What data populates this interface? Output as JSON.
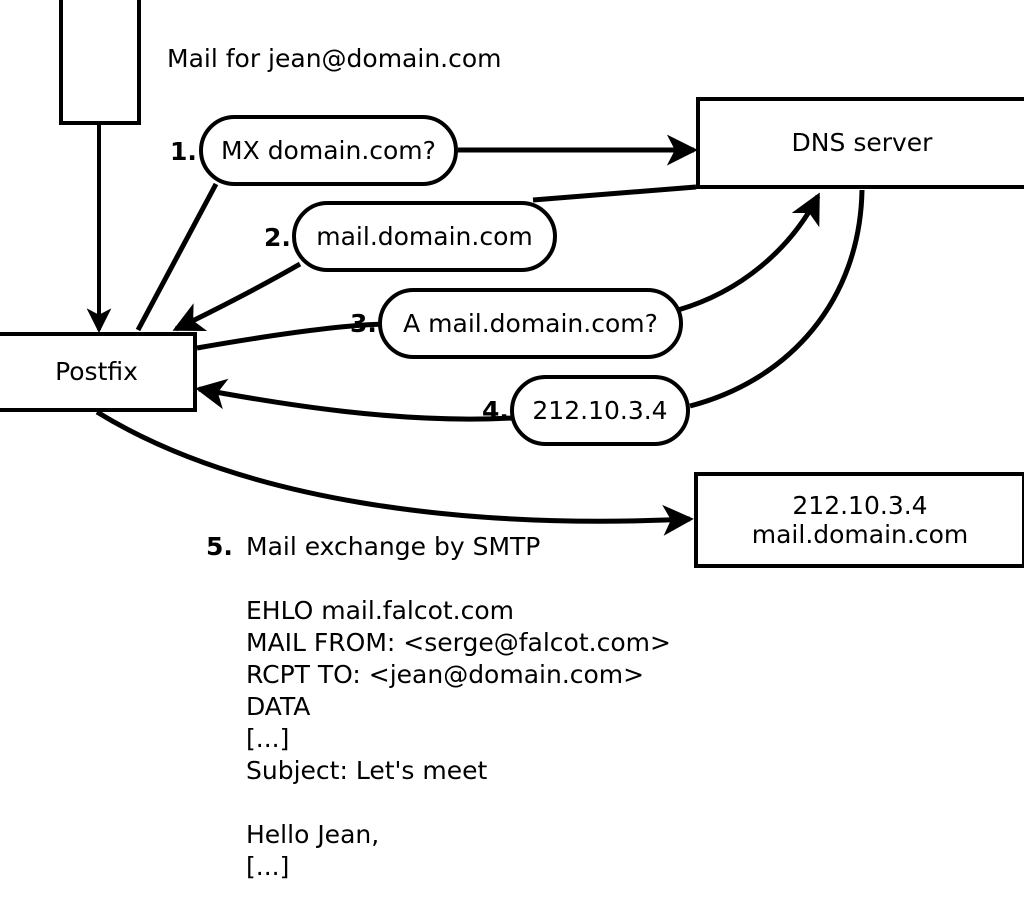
{
  "diagram": {
    "title_caption": "Mail for jean@domain.com",
    "nodes": {
      "client_box": "",
      "dns_server": "DNS server",
      "postfix": "Postfix",
      "mail_host_line1": "212.10.3.4",
      "mail_host_line2": "mail.domain.com"
    },
    "steps": [
      {
        "number": "1.",
        "label": "MX domain.com?"
      },
      {
        "number": "2.",
        "label": "mail.domain.com"
      },
      {
        "number": "3.",
        "label": "A mail.domain.com?"
      },
      {
        "number": "4.",
        "label": "212.10.3.4"
      },
      {
        "number": "5.",
        "label": "Mail exchange by SMTP"
      }
    ],
    "smtp_transcript": [
      "EHLO mail.falcot.com",
      "MAIL FROM: <serge@falcot.com>",
      "RCPT TO: <jean@domain.com>",
      "DATA",
      "[...]",
      "Subject: Let's meet",
      "",
      "Hello Jean,",
      "[...]",
      "",
      "."
    ],
    "colors": {
      "stroke": "#000000",
      "fill": "#ffffff",
      "text": "#000000"
    }
  }
}
